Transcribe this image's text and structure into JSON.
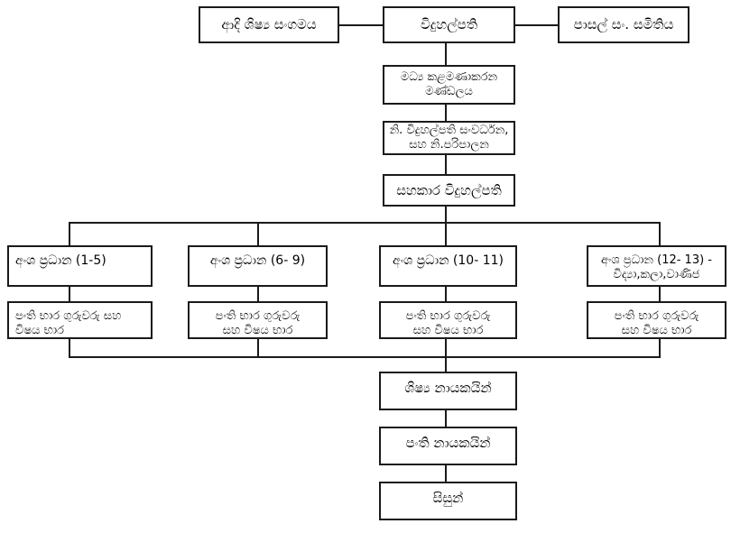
{
  "chart": {
    "title": "School Organizational Structure",
    "type": "org-chart",
    "language": "Sinhala",
    "nodes": {
      "alumni": "ආදි ශිෂ්‍ය සංගමය",
      "principal": "විදුහල්පති",
      "school_dev_society": "පාසල් සං. සමිතිය",
      "middle_management": "මධ්‍ය කළමණාකරන\nමණ්ඩලය",
      "deputy_principals": "නි. විදුහල්පති සංවර්ධන,\nසහ නි.පරිපාලන",
      "assistant_principal": "සහකාර විදුහල්පති",
      "section_head_1": "අංශ ප්‍රධාන (1-5)",
      "section_head_2": "අංශ ප්‍රධාන (6- 9)",
      "section_head_3": "අංශ ප්‍රධාන (10- 11)",
      "section_head_4": "අංශ ප්‍රධාන (12- 13) -\nවිද්‍යා,කලා,වාණිජ",
      "teachers_1": "පංති භාර ගුරුවරු සහ\nවිෂය භාර",
      "teachers_2": "පංති භාර ගුරුවරු\nසහ විෂය භාර",
      "teachers_3": "පංති භාර ගුරුවරු\nසහ විෂය භාර",
      "teachers_4": "පංති භාර ගුරුවරු\nසහ විෂය භාර",
      "student_leaders": "ශිෂ්‍ය නායකයින්",
      "class_leaders": "පංති නායකයින්",
      "students": "සිසුන්"
    },
    "colors": {
      "border": "#1a1a1a",
      "background": "#ffffff",
      "text": "#000000"
    }
  }
}
